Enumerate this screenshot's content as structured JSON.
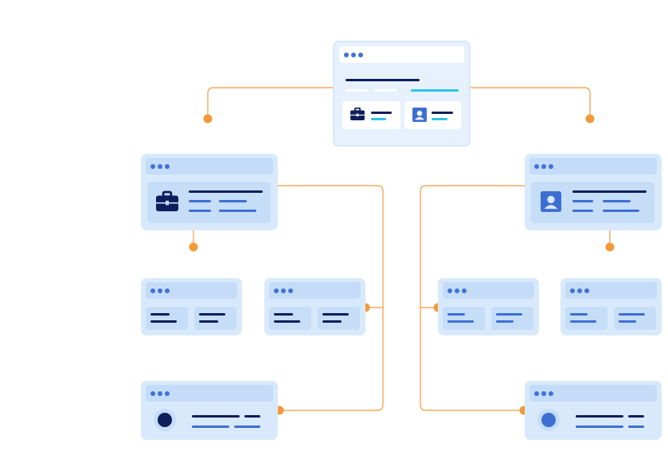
{
  "diagram": {
    "root_card": "root-card",
    "branches": [
      {
        "side": "left",
        "node": "briefcase-card",
        "children": [
          "left-small-card-1",
          "left-small-card-2",
          "left-profile-card"
        ]
      },
      {
        "side": "right",
        "node": "user-card",
        "children": [
          "right-small-card-1",
          "right-small-card-2",
          "right-profile-card"
        ]
      }
    ]
  },
  "colors": {
    "connector": "#f29a3b",
    "card_fill": "#d8e9fc",
    "card_bar": "#c4dcf8",
    "root_fill": "#e6f1fd",
    "window_dot": "#3f72d6",
    "navy": "#0e1d5c",
    "blue": "#3d6fd3",
    "cyan": "#2dc2e8"
  },
  "icons": [
    "briefcase-icon",
    "user-portrait-icon",
    "avatar-circle-icon"
  ]
}
